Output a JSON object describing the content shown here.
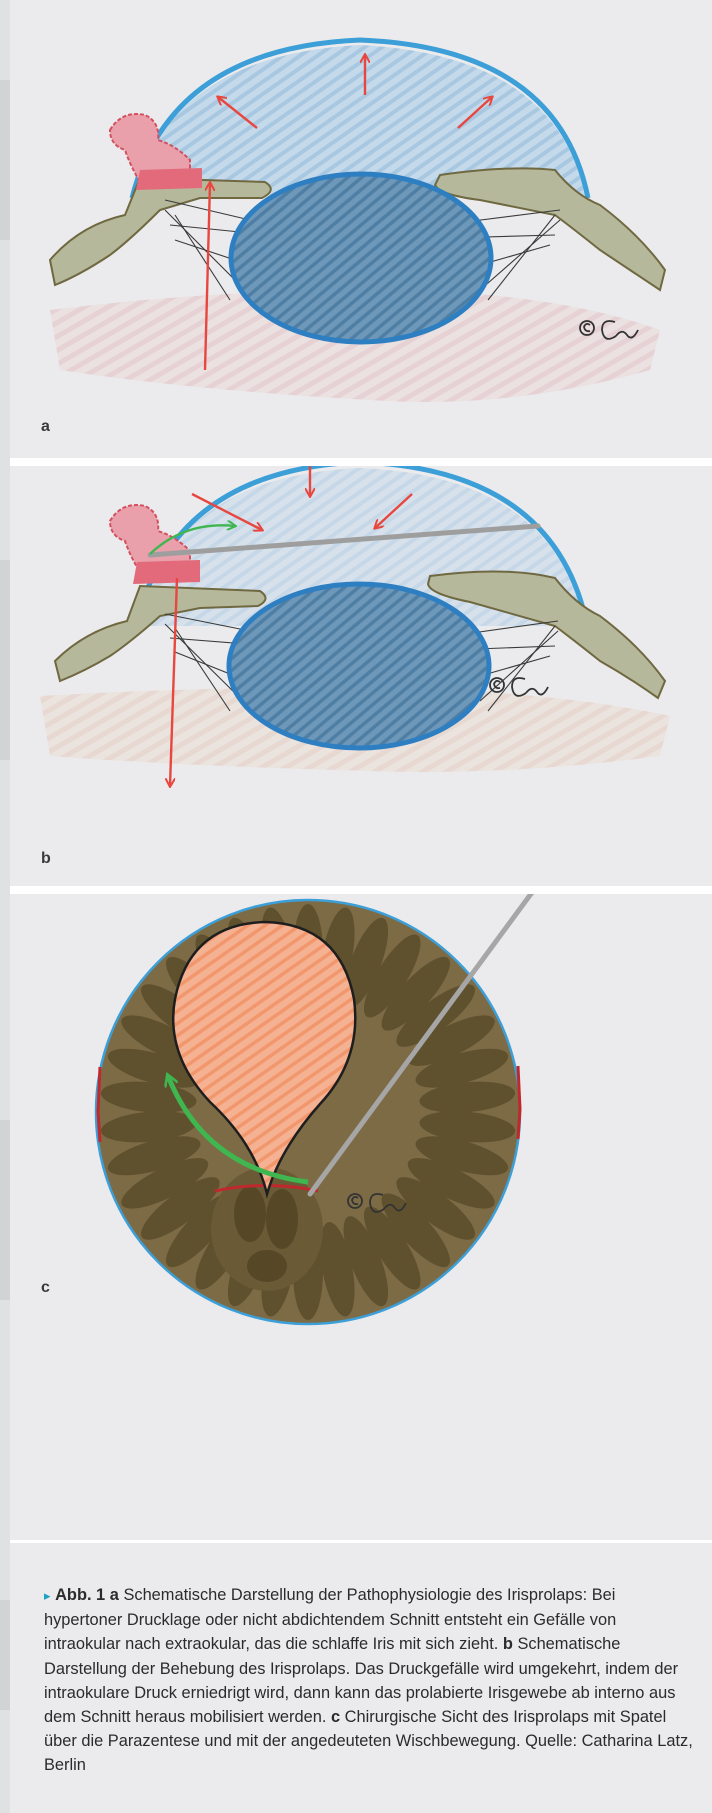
{
  "colors": {
    "panel_background": "#ebebed",
    "cornea": "#3d9fd8",
    "anterior_chamber_fill": "#b8d3e8",
    "lens_fill": "#5f8db0",
    "iris_tissue": "#b5b89a",
    "prolapsed_iris": "#e26a7a",
    "pressure_arrows": "#e8473f",
    "spatula": "#9e9e9e",
    "wipe_motion_arrow": "#3fb64f",
    "iris_dense": "#4a3c1c",
    "pupil_fill": "#f4a37e",
    "caption_marker": "#1aa3c4"
  },
  "figure": {
    "panels": [
      {
        "letter": "a",
        "cornea_pressure_direction": "outward",
        "spatula_visible": false
      },
      {
        "letter": "b",
        "cornea_pressure_direction": "inward",
        "spatula_visible": true
      },
      {
        "letter": "c",
        "view": "surgical",
        "spatula_visible": true
      }
    ],
    "copyright_signature": "©Cs"
  },
  "caption": {
    "marker": "▸",
    "label": "Abb. 1",
    "part_a_letter": "a",
    "part_a_text": "Schematische Darstellung der Pathophysiologie des Irisprolaps: Bei hypertoner Drucklage oder nicht abdichtendem Schnitt entsteht ein Gefälle von intraokular nach extraokular, das die schlaffe Iris mit sich zieht.",
    "part_b_letter": "b",
    "part_b_text": "Schematische Darstellung der Behebung des Irisprolaps. Das Druckgefälle wird umgekehrt, indem der intraokulare Druck erniedrigt wird, dann kann das prolabierte Irisgewebe ab interno aus dem Schnitt heraus mobilisiert werden.",
    "part_c_letter": "c",
    "part_c_text": "Chirurgische Sicht des Irisprolaps mit Spatel über die Parazentese und mit der angedeuteten Wischbewegung. Quelle: Catharina Latz, Berlin"
  }
}
